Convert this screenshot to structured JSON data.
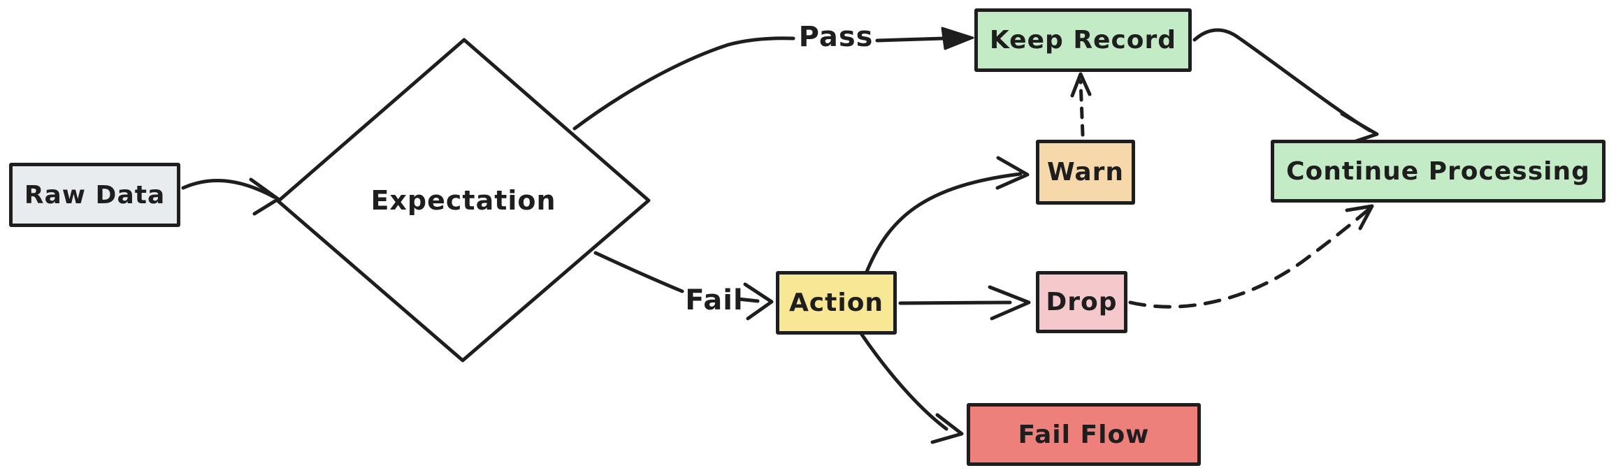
{
  "diagram": {
    "title": "Expectation validation flowchart",
    "background_color": "#ffffff",
    "stroke_color": "#1e1e1e",
    "nodes": {
      "raw_data": {
        "label": "Raw Data",
        "shape": "rectangle",
        "fill": "#e9ecef"
      },
      "expectation": {
        "label": "Expectation",
        "shape": "diamond",
        "fill": "#f9eca6"
      },
      "keep_record": {
        "label": "Keep Record",
        "shape": "rectangle",
        "fill": "#c3ebc5"
      },
      "warn": {
        "label": "Warn",
        "shape": "rectangle",
        "fill": "#f6d8aa"
      },
      "action": {
        "label": "Action",
        "shape": "rectangle",
        "fill": "#f8e795"
      },
      "drop": {
        "label": "Drop",
        "shape": "rectangle",
        "fill": "#f5c9cc"
      },
      "fail_flow": {
        "label": "Fail Flow",
        "shape": "rectangle",
        "fill": "#ed807b"
      },
      "continue_processing": {
        "label": "Continue Processing",
        "shape": "rectangle",
        "fill": "#c3ebc5"
      }
    },
    "edge_labels": {
      "pass": "Pass",
      "fail": "Fail"
    },
    "edges": [
      {
        "from": "raw_data",
        "to": "expectation",
        "style": "solid",
        "label": ""
      },
      {
        "from": "expectation",
        "to": "keep_record",
        "style": "solid",
        "label": "Pass"
      },
      {
        "from": "expectation",
        "to": "action",
        "style": "solid",
        "label": "Fail"
      },
      {
        "from": "action",
        "to": "warn",
        "style": "solid",
        "label": ""
      },
      {
        "from": "action",
        "to": "drop",
        "style": "solid",
        "label": ""
      },
      {
        "from": "action",
        "to": "fail_flow",
        "style": "solid",
        "label": ""
      },
      {
        "from": "warn",
        "to": "keep_record",
        "style": "dashed",
        "label": ""
      },
      {
        "from": "keep_record",
        "to": "continue_processing",
        "style": "solid",
        "label": ""
      },
      {
        "from": "drop",
        "to": "continue_processing",
        "style": "dashed",
        "label": ""
      }
    ]
  }
}
